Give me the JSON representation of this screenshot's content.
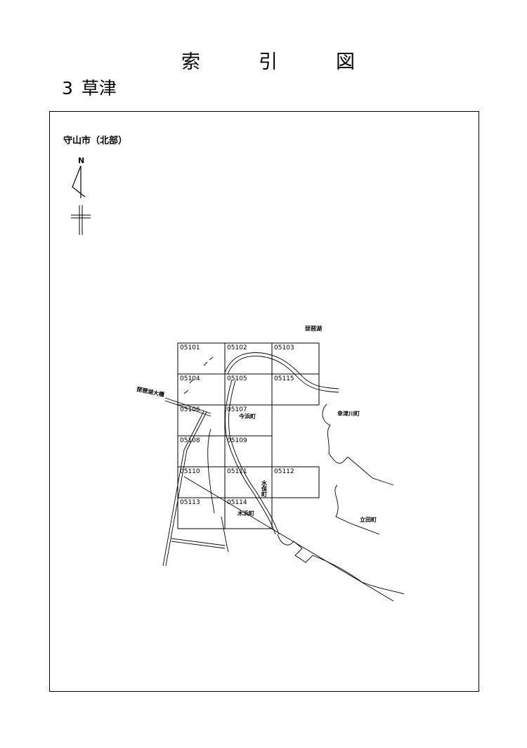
{
  "header": {
    "title_chars": [
      "索",
      "引",
      "図"
    ],
    "section_number": "3",
    "section_name": "草津"
  },
  "map": {
    "region_label": "守山市（北部）",
    "north_label": "N",
    "cells": [
      {
        "id": "05101",
        "col": 0,
        "row": 0
      },
      {
        "id": "05102",
        "col": 1,
        "row": 0
      },
      {
        "id": "05103",
        "col": 2,
        "row": 0
      },
      {
        "id": "05104",
        "col": 0,
        "row": 1
      },
      {
        "id": "05105",
        "col": 1,
        "row": 1
      },
      {
        "id": "05115",
        "col": 2,
        "row": 1
      },
      {
        "id": "05106",
        "col": 0,
        "row": 2
      },
      {
        "id": "05107",
        "col": 1,
        "row": 2
      },
      {
        "id": "05108",
        "col": 0,
        "row": 3
      },
      {
        "id": "05109",
        "col": 1,
        "row": 3
      },
      {
        "id": "05110",
        "col": 0,
        "row": 4
      },
      {
        "id": "05111",
        "col": 1,
        "row": 4
      },
      {
        "id": "05112",
        "col": 2,
        "row": 4
      },
      {
        "id": "05113",
        "col": 0,
        "row": 5
      },
      {
        "id": "05114",
        "col": 1,
        "row": 5
      }
    ],
    "places": {
      "biwako": "琵琶湖",
      "bridge": "琵琶湖大橋",
      "imahama": "今浜町",
      "sachizugawa": "幸津川町",
      "mizuho": "水保町",
      "tachida": "立田町",
      "kihama": "木浜町"
    }
  }
}
